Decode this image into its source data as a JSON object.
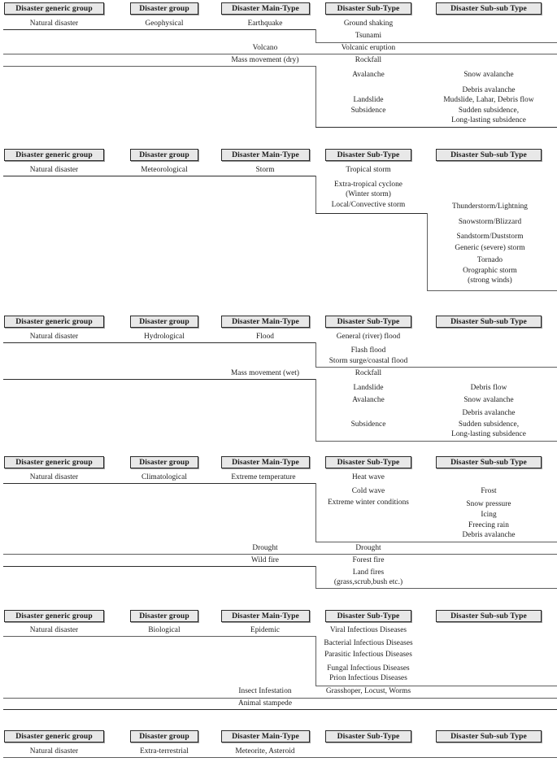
{
  "document": {
    "title": "Disaster classification table",
    "columns": [
      "Disaster generic group",
      "Disaster group",
      "Disaster Main-Type",
      "Disaster Sub-Type",
      "Disaster Sub-sub Type"
    ]
  },
  "headers": {
    "generic_group": "Disaster generic group",
    "group": "Disaster group",
    "main_type": "Disaster Main-Type",
    "sub_type": "Disaster Sub-Type",
    "sub_sub_type": "Disaster Sub-sub Type"
  },
  "sections": [
    {
      "id": "geophysical",
      "generic_group": "Natural disaster",
      "group": "Geophysical",
      "rows": [
        {
          "main_type": "Earthquake",
          "sub_types": [
            "Ground shaking",
            "Tsunami"
          ],
          "sub_sub_types": []
        },
        {
          "main_type": "Volcano",
          "sub_types": [
            "Volcanic eruption"
          ],
          "sub_sub_types": []
        },
        {
          "main_type": "Mass movement (dry)",
          "sub_types": [
            "Rockfall",
            "Avalanche",
            "Landslide",
            "Subsidence"
          ],
          "sub_sub_types": [
            "Snow avalanche",
            "Debris avalanche",
            "Mudslide, Lahar, Debris flow",
            "Sudden subsidence,",
            "Long-lasting subsidence"
          ]
        }
      ]
    },
    {
      "id": "meteorological",
      "generic_group": "Natural disaster",
      "group": "Meteorological",
      "rows": [
        {
          "main_type": "Storm",
          "sub_types": [
            "Tropical storm",
            "Extra-tropical cyclone",
            "(Winter storm)",
            "Local/Convective storm"
          ],
          "sub_sub_types": [
            "Thunderstorm/Lightning",
            "Snowstorm/Blizzard",
            "Sandstorm/Duststorm",
            "Generic (severe) storm",
            "Tornado",
            "Orographic storm",
            "(strong winds)"
          ]
        }
      ]
    },
    {
      "id": "hydrological",
      "generic_group": "Natural disaster",
      "group": "Hydrological",
      "rows": [
        {
          "main_type": "Flood",
          "sub_types": [
            "General (river) flood",
            "Flash flood",
            "Storm surge/coastal flood"
          ],
          "sub_sub_types": []
        },
        {
          "main_type": "Mass movement (wet)",
          "sub_types": [
            "Rockfall",
            "Landslide",
            "Avalanche",
            "Subsidence"
          ],
          "sub_sub_types": [
            "Debris flow",
            "Snow avalanche",
            "Debris avalanche",
            "Sudden subsidence,",
            "Long-lasting subsidence"
          ]
        }
      ]
    },
    {
      "id": "climatological",
      "generic_group": "Natural disaster",
      "group": "Climatological",
      "rows": [
        {
          "main_type": "Extreme temperature",
          "sub_types": [
            "Heat wave",
            "Cold wave",
            "Extreme winter conditions"
          ],
          "sub_sub_types": [
            "Frost",
            "Snow pressure",
            "Icing",
            "Freecing rain",
            "Debris avalanche"
          ]
        },
        {
          "main_type": "Drought",
          "sub_types": [
            "Drought"
          ],
          "sub_sub_types": []
        },
        {
          "main_type": "Wild fire",
          "sub_types": [
            "Forest fire",
            "Land fires",
            "(grass,scrub,bush etc.)"
          ],
          "sub_sub_types": []
        }
      ]
    },
    {
      "id": "biological",
      "generic_group": "Natural disaster",
      "group": "Biological",
      "rows": [
        {
          "main_type": "Epidemic",
          "sub_types": [
            "Viral Infectious Diseases",
            "Bacterial Infectious Diseases",
            "Parasitic Infectious Diseases",
            "Fungal Infectious Diseases",
            "Prion Infectious Diseases"
          ],
          "sub_sub_types": []
        },
        {
          "main_type": "Insect Infestation",
          "sub_types": [
            "Grasshoper, Locust, Worms"
          ],
          "sub_sub_types": []
        },
        {
          "main_type": "Animal stampede",
          "sub_types": [],
          "sub_sub_types": []
        }
      ]
    },
    {
      "id": "extraterrestrial",
      "generic_group": "Natural disaster",
      "group": "Extra-terrestrial",
      "rows": [
        {
          "main_type": "Meteorite, Asteroid",
          "sub_types": [],
          "sub_sub_types": []
        }
      ]
    }
  ],
  "colors": {
    "header_fill": "#e8e8e8",
    "header_border": "#2b2b2b",
    "rule": "#5e5e5e",
    "rule_dark": "#2c2c2c",
    "text": "#1a1a1a",
    "background": "#ffffff"
  }
}
